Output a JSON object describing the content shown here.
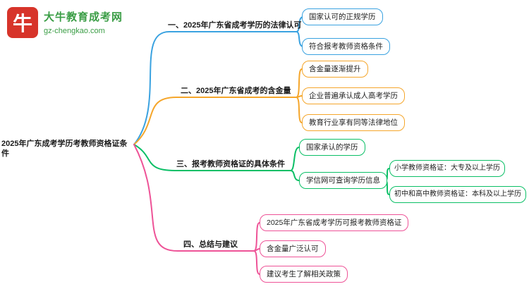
{
  "logo": {
    "icon": "bull-icon",
    "icon_glyph": "牛",
    "name": "大牛教育成考网",
    "domain": "gz-chengkao.com",
    "brand_red": "#d7342a",
    "brand_green": "#3a9d45"
  },
  "root": {
    "label": "2025年广东成考学历考教师资格证条件"
  },
  "branches": [
    {
      "label": "一、2025年广东省成考学历的法律认可",
      "color": "#3aa2e0",
      "children": [
        {
          "label": "国家认可的正规学历"
        },
        {
          "label": "符合报考教师资格条件"
        }
      ]
    },
    {
      "label": "二、2025年广东省成考的含金量",
      "color": "#f5a62b",
      "children": [
        {
          "label": "含金量逐渐提升"
        },
        {
          "label": "企业普遍承认成人高考学历"
        },
        {
          "label": "教育行业享有同等法律地位"
        }
      ]
    },
    {
      "label": "三、报考教师资格证的具体条件",
      "color": "#0bbf66",
      "children": [
        {
          "label": "国家承认的学历"
        },
        {
          "label": "学信网可查询学历信息",
          "children": [
            {
              "label": "小学教师资格证：大专及以上学历"
            },
            {
              "label": "初中和高中教师资格证：本科及以上学历"
            }
          ]
        }
      ]
    },
    {
      "label": "四、总结与建议",
      "color": "#ee5397",
      "children": [
        {
          "label": "2025年广东省成考学历可报考教师资格证"
        },
        {
          "label": "含金量广泛认可"
        },
        {
          "label": "建议考生了解相关政策"
        }
      ]
    }
  ]
}
